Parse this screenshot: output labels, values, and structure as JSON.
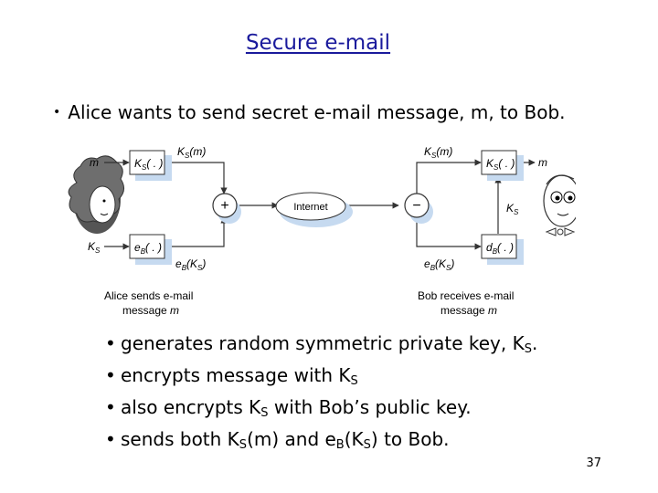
{
  "slide": {
    "title": "Secure e-mail",
    "intro": "Alice wants to send secret e-mail message, m, to Bob.",
    "page_number": "37"
  },
  "diagram": {
    "labels": {
      "m": "m",
      "ks": "K",
      "ks_sub": "S",
      "ks_box": "K",
      "ks_box_sub": "S",
      "ks_box_arg": "( . )",
      "eb_box": "e",
      "eb_box_sub": "B",
      "eb_box_arg": "( . )",
      "ks_m": "K",
      "ks_m_sub": "S",
      "ks_m_arg": "(m)",
      "eb_ks": "e",
      "eb_ks_sub": "B",
      "eb_ks_arg": "(K",
      "eb_ks_sub2": "S",
      "eb_ks_close": ")",
      "plus": "+",
      "internet": "Internet",
      "minus": "−",
      "db_box": "d",
      "db_box_sub": "B",
      "db_box_arg": "( . )",
      "alice_caption_1": "Alice sends e-mail",
      "alice_caption_2": "message ",
      "alice_caption_m": "m",
      "bob_caption_1": "Bob receives e-mail",
      "bob_caption_2": "message ",
      "bob_caption_m": "m"
    },
    "colors": {
      "box_shadow": "#c6daf0",
      "line": "#333333"
    }
  },
  "bullets": [
    {
      "pre": "generates random symmetric private key, K",
      "sub": "S",
      "post": "."
    },
    {
      "pre": "encrypts message with K",
      "sub": "S",
      "post": ""
    },
    {
      "pre": "also encrypts K",
      "sub": "S",
      "post": " with Bob’s public key."
    },
    {
      "pre": "sends both K",
      "sub": "S",
      "mid": "(m) and e",
      "sub2": "B",
      "mid2": "(K",
      "sub3": "S",
      "post": ") to Bob."
    }
  ]
}
